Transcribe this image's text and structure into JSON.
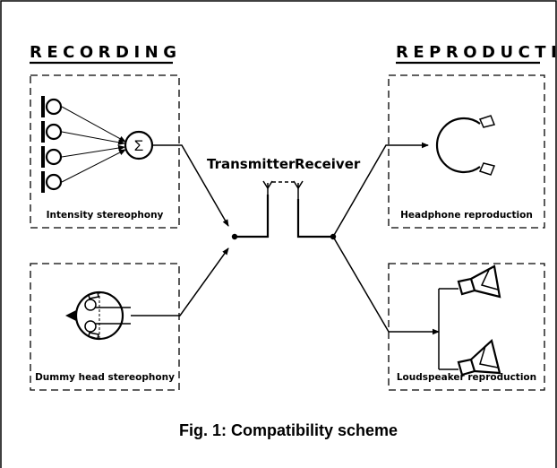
{
  "headings": {
    "recording": "RECORDING",
    "reproduction": "REPRODUCTION"
  },
  "blocks": {
    "intensity": "Intensity stereophony",
    "dummy_head": "Dummy head stereophony",
    "headphone": "Headphone reproduction",
    "loudspeaker": "Loudspeaker reproduction"
  },
  "link": {
    "transmitter": "Transmitter",
    "receiver": "Receiver",
    "summing_symbol": "Σ"
  },
  "caption": "Fig. 1:  Compatibility scheme",
  "icons": [
    "microphone-icon",
    "summing-node-icon",
    "antenna-icon",
    "dummy-head-icon",
    "headphones-icon",
    "loudspeaker-icon"
  ]
}
